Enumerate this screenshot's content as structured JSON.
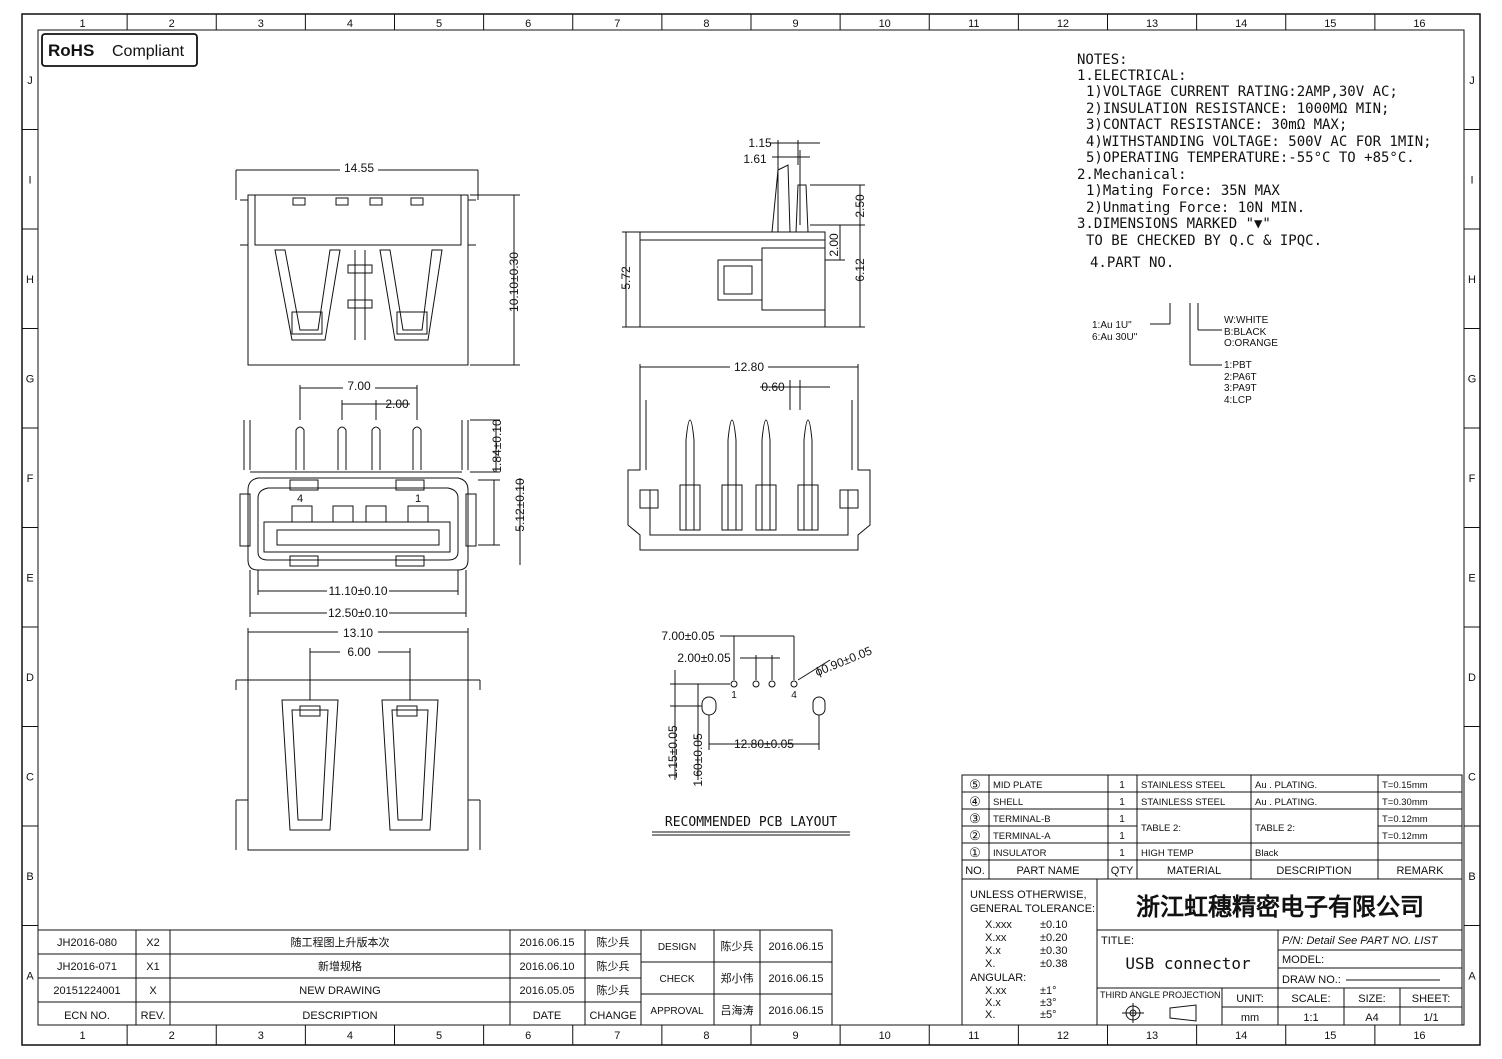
{
  "border": {
    "cols": [
      "1",
      "2",
      "3",
      "4",
      "5",
      "6",
      "7",
      "8",
      "9",
      "10",
      "11",
      "12",
      "13",
      "14",
      "15",
      "16"
    ],
    "rows": [
      "J",
      "I",
      "H",
      "G",
      "F",
      "E",
      "D",
      "C",
      "B",
      "A"
    ]
  },
  "rohs": {
    "bold": "RoHS",
    "text": "Compliant"
  },
  "notes": {
    "title": "NOTES:",
    "lines": [
      "1.ELECTRICAL:",
      "1)VOLTAGE CURRENT RATING:2AMP,30V AC;",
      "2)INSULATION RESISTANCE: 1000MΩ MIN;",
      "3)CONTACT RESISTANCE: 30mΩ MAX;",
      "4)WITHSTANDING VOLTAGE: 500V AC FOR 1MIN;",
      "5)OPERATING TEMPERATURE:-55°C TO +85°C.",
      "2.Mechanical:",
      "1)Mating Force:  35N MAX",
      "2)Unmating Force:  10N MIN.",
      "3.DIMENSIONS MARKED \"▼\"",
      "TO BE CHECKED BY Q.C & IPQC.",
      "4.PART NO."
    ]
  },
  "partno": {
    "plating": [
      "1:Au 1U\"",
      "6:Au 30U\""
    ],
    "color": [
      "W:WHITE",
      "B:BLACK",
      "O:ORANGE"
    ],
    "material": [
      "1:PBT",
      "2:PA6T",
      "3:PA9T",
      "4:LCP"
    ]
  },
  "dims": {
    "top_width": "14.55",
    "top_height": "10.10±0.30",
    "front_pitch_outer": "7.00",
    "front_pitch_inner": "2.00",
    "front_pin_len": "1.84±0.10",
    "front_open_h": "5.12±0.10",
    "front_pin1": "1",
    "front_pin4": "4",
    "front_inner_w": "11.10±0.10",
    "front_outer_w": "12.50±0.10",
    "bottom_width": "13.10",
    "bottom_inner": "6.00",
    "side_a": "1.15",
    "side_b": "1.61",
    "side_c": "2.50",
    "side_d": "2.00",
    "side_e": "5.72",
    "side_f": "6.12",
    "rear_width": "12.80",
    "rear_pin": "0.60",
    "pcb_a": "7.00±0.05",
    "pcb_b": "2.00±0.05",
    "pcb_c": "ϕ0.90±0.05",
    "pcb_d": "12.80±0.05",
    "pcb_e": "1.15±0.05",
    "pcb_f": "1.60±0.05",
    "pcb_pin1": "1",
    "pcb_pin4": "4",
    "pcb_label": "RECOMMENDED PCB LAYOUT"
  },
  "bom": {
    "rows": [
      {
        "no": "⑤",
        "name": "MID PLATE",
        "qty": "1",
        "material": "STAINLESS STEEL",
        "desc": "Au . PLATING.",
        "remark": "T=0.15mm"
      },
      {
        "no": "④",
        "name": "SHELL",
        "qty": "1",
        "material": "STAINLESS STEEL",
        "desc": "Au . PLATING.",
        "remark": "T=0.30mm"
      },
      {
        "no": "③",
        "name": "TERMINAL-B",
        "qty": "1",
        "material": "TABLE 2:",
        "desc": "TABLE 2:",
        "remark": "T=0.12mm"
      },
      {
        "no": "②",
        "name": "TERMINAL-A",
        "qty": "1",
        "material": "",
        "desc": "",
        "remark": "T=0.12mm"
      },
      {
        "no": "①",
        "name": "INSULATOR",
        "qty": "1",
        "material": "HIGH TEMP",
        "desc": "Black",
        "remark": ""
      }
    ],
    "headers": [
      "NO.",
      "PART NAME",
      "QTY",
      "MATERIAL",
      "DESCRIPTION",
      "REMARK"
    ]
  },
  "title_block": {
    "tol_head1": "UNLESS OTHERWISE,",
    "tol_head2": "GENERAL TOLERANCE:",
    "tol": [
      [
        "X.xxx",
        "±0.10"
      ],
      [
        "X.xx",
        "±0.20"
      ],
      [
        "X.x",
        "±0.30"
      ],
      [
        "X.",
        "±0.38"
      ]
    ],
    "angular": "ANGULAR:",
    "ang": [
      [
        "X.xx",
        "±1°"
      ],
      [
        "X.x",
        "±3°"
      ],
      [
        "X.",
        "±5°"
      ]
    ],
    "company": "浙江虹穗精密电子有限公司",
    "title_label": "TITLE:",
    "title_value": "USB connector",
    "pn": "P/N: Detail  See  PART  NO.  LIST",
    "model": "MODEL:",
    "drawno": "DRAW  NO.:",
    "projection": "THIRD  ANGLE  PROJECTION",
    "unit_label": "UNIT:",
    "unit": "mm",
    "scale_label": "SCALE:",
    "scale": "1:1",
    "size_label": "SIZE:",
    "size": "A4",
    "sheet_label": "SHEET:",
    "sheet": "1/1"
  },
  "revisions": {
    "rows": [
      {
        "ecn": "JH2016-080",
        "rev": "X2",
        "desc": "随工程图上升版本次",
        "date": "2016.06.15",
        "change": "陈少兵"
      },
      {
        "ecn": "JH2016-071",
        "rev": "X1",
        "desc": "新增规格",
        "date": "2016.06.10",
        "change": "陈少兵"
      },
      {
        "ecn": "20151224001",
        "rev": "X",
        "desc": "NEW  DRAWING",
        "date": "2016.05.05",
        "change": "陈少兵"
      }
    ],
    "headers": {
      "ecn": "ECN  NO.",
      "rev": "REV.",
      "desc": "DESCRIPTION",
      "date": "DATE",
      "change": "CHANGE"
    }
  },
  "approvals": [
    {
      "role": "DESIGN",
      "name": "陈少兵",
      "date": "2016.06.15"
    },
    {
      "role": "CHECK",
      "name": "郑小伟",
      "date": "2016.06.15"
    },
    {
      "role": "APPROVAL",
      "name": "吕海涛",
      "date": "2016.06.15"
    }
  ]
}
